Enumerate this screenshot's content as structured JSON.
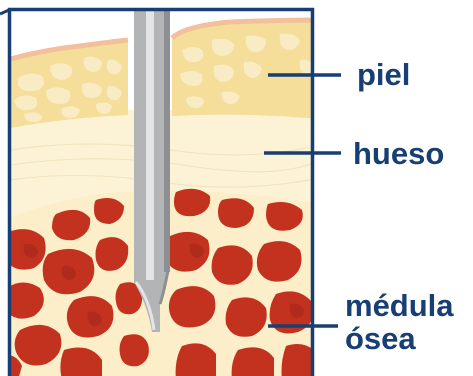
{
  "labels": {
    "skin": "piel",
    "bone": "hueso",
    "marrow_line1": "médula",
    "marrow_line2": "ósea"
  },
  "colors": {
    "frame": "#173f73",
    "skin": "#f5dd9a",
    "skin_cell": "#f9ebc3",
    "skin_edge": "#f2c09c",
    "bone": "#fcf3d7",
    "marrow_bg": "#fbeec8",
    "marrow": "#c2321f",
    "marrow_dark": "#a4261a",
    "needle": "#b2b4b6",
    "needle_highlight": "#e3e4e5",
    "needle_shadow": "#8d8f92",
    "label_text": "#173f73"
  }
}
